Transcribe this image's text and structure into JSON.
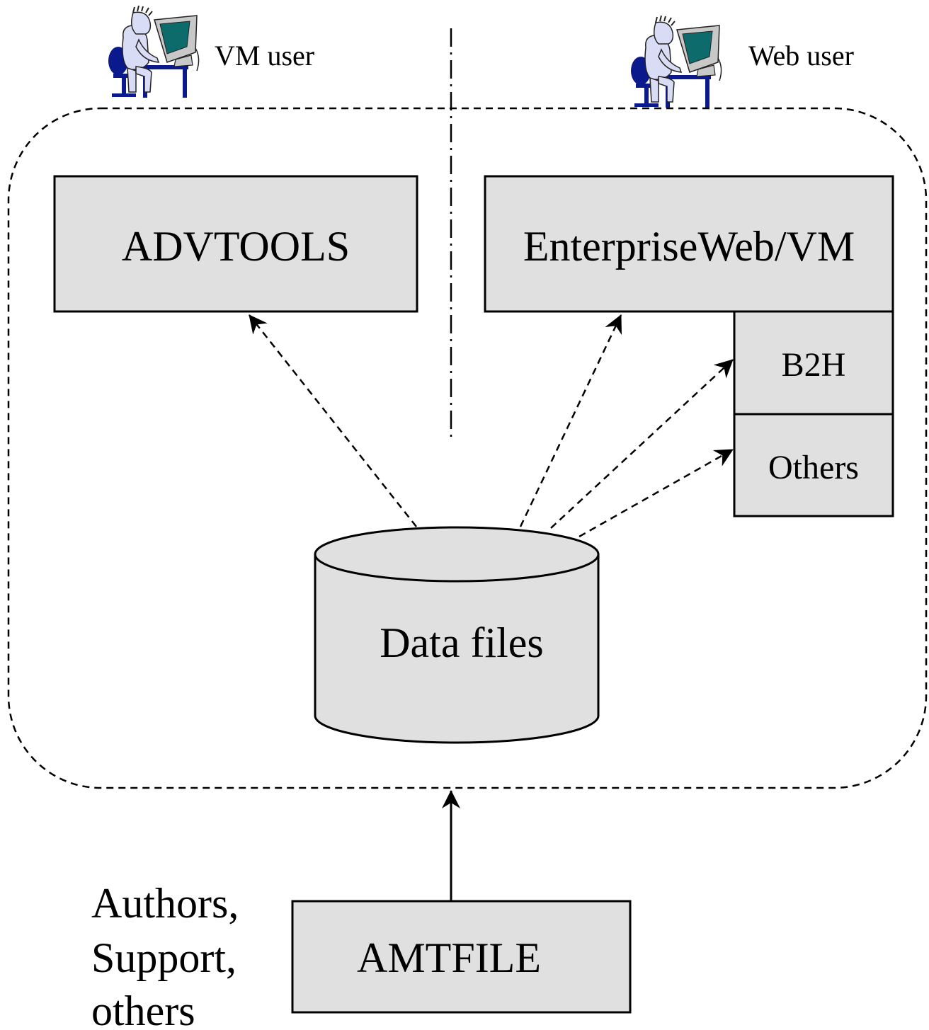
{
  "users": {
    "vm_user": "VM user",
    "web_user": "Web user",
    "user_icon": "person-at-computer-icon"
  },
  "boxes": {
    "advtools": "ADVTOOLS",
    "enterpriseweb": "EnterpriseWeb/VM",
    "b2h": "B2H",
    "others": "Others",
    "amtfile": "AMTFILE"
  },
  "datastore": {
    "label": "Data files"
  },
  "contributors": {
    "line1": "Authors,",
    "line2": "Support,",
    "line3": "others"
  },
  "colors": {
    "box_fill": "#e0e0e0",
    "icon_body": "#d8dcf4",
    "icon_furniture": "#0a1a8c",
    "icon_screen": "#0e6b6b"
  }
}
